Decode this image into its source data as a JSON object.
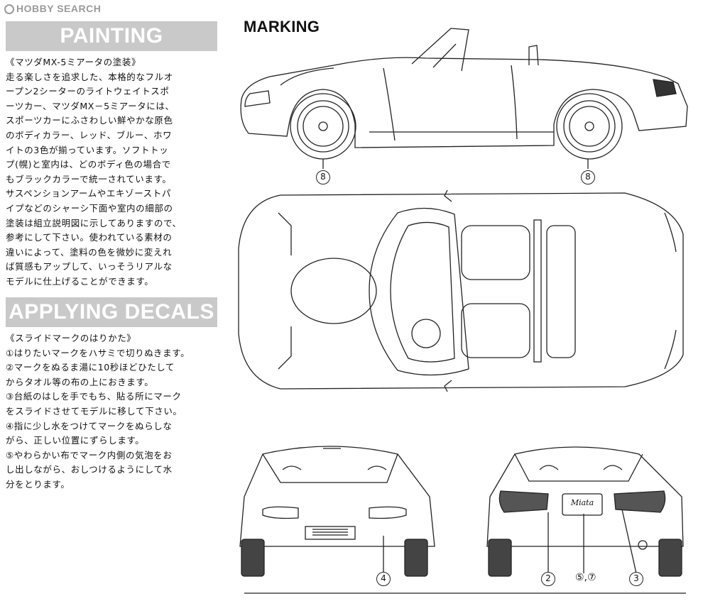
{
  "watermark": {
    "text": "HOBBY SEARCH"
  },
  "painting": {
    "banner": "PAINTING",
    "lines": [
      "《マツダMX-5ミアータの塗装》",
      "走る楽しさを追求した、本格的なフルオ",
      "ープン2シーターのライトウェイトスポ",
      "ーツカー、マツダMX－5ミアータには、",
      "スポーツカーにふさわしい鮮やかな原色",
      "のボディカラー、レッド、ブルー、ホワ",
      "イトの3色が揃っています。ソフトトッ",
      "プ(幌)と室内は、どのボディ色の場合で",
      "もブラックカラーで統一されています。",
      "サスペンションアームやエキゾーストパ",
      "イプなどのシャーシ下面や室内の細部の",
      "塗装は組立説明図に示してありますので、",
      "参考にして下さい。使われている素材の",
      "違いによって、塗料の色を微妙に変えれ",
      "ば質感もアップして、いっそうリアルな",
      "モデルに仕上げることができます。"
    ]
  },
  "decals": {
    "banner": "APPLYING DECALS",
    "lines": [
      "《スライドマークのはりかた》",
      "①はりたいマークをハサミで切りぬきます。",
      "②マークをぬるま湯に10秒ほどひたして",
      "からタオル等の布の上におきます。",
      "③台紙のはしを手でもち、貼る所にマーク",
      "をスライドさせてモデルに移して下さい。",
      "④指に少し水をつけてマークをぬらしな",
      "がら、正しい位置にずらします。",
      "⑤やわらかい布でマーク内側の気泡をお",
      "し出しながら、おしつけるようにして水",
      "分をとります。"
    ]
  },
  "marking": {
    "title": "MARKING",
    "callouts": {
      "front_wheel": "8",
      "rear_wheel": "8",
      "front_view": "4",
      "rear_left": "2",
      "rear_center": "⑤,⑦",
      "rear_right": "3"
    },
    "plate_text": "Miata"
  }
}
